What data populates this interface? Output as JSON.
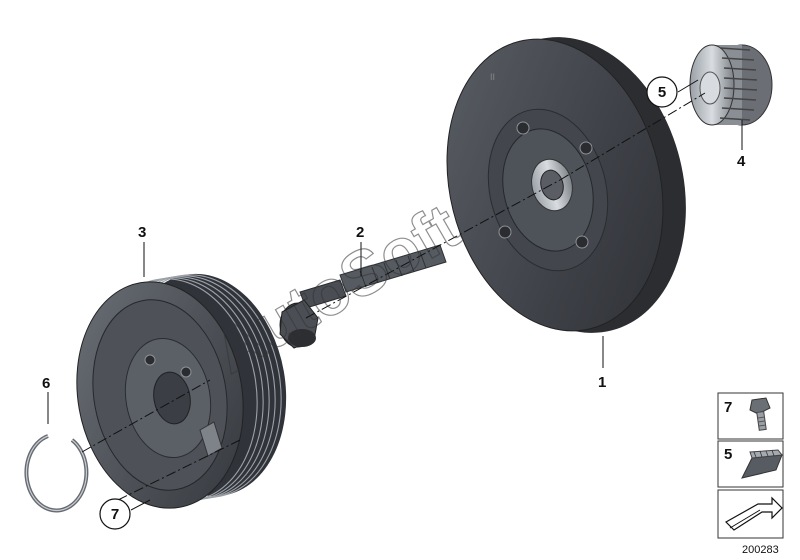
{
  "diagram": {
    "callouts": {
      "part_1": "1",
      "part_2": "2",
      "part_3": "3",
      "part_4": "4",
      "part_5_circled": "5",
      "part_6": "6",
      "part_7_circled": "7"
    },
    "legend": {
      "item_7": "7",
      "item_5": "5"
    },
    "diagram_id": "200283",
    "watermark": "AutoSoft"
  },
  "colors": {
    "part_dark": "#3b3e44",
    "part_mid": "#575b62",
    "part_light": "#8c9097",
    "leader": "#111111",
    "legend_border": "#333333"
  },
  "icons": {
    "legend_7": "bolt-icon",
    "legend_5": "wedge-icon",
    "legend_nav": "arrow-icon"
  }
}
